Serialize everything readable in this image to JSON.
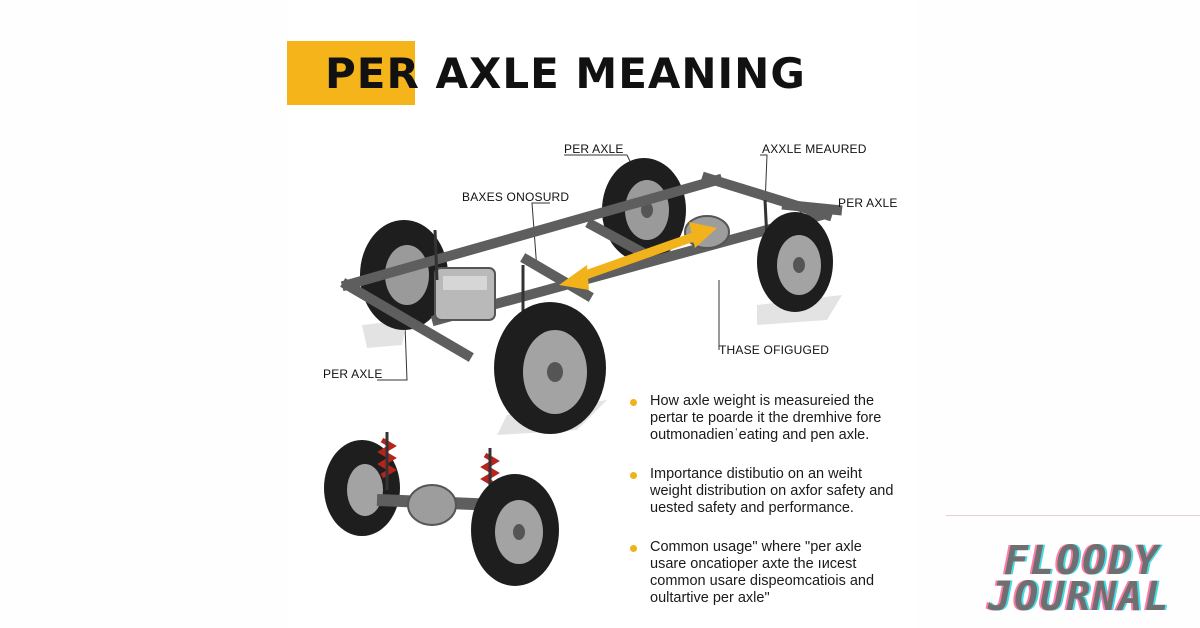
{
  "title": {
    "highlight": "PER",
    "rest": "AXLE MEANING"
  },
  "callouts": {
    "per_axle_top": "PER AXLE",
    "axle_meaured": "AXXLE MEAURED",
    "baxes_onosurd": "BAXES ONOSURD",
    "per_axle_right": "PER AXLE",
    "thase_ofiguged": "THASE OFIGUGED",
    "per_axle_left": "PER AXLE"
  },
  "bullets": [
    {
      "text": "How axle weight is measureied the pertar te poarde it the dremhive fore outmonadienˈeating and pen axle."
    },
    {
      "text": "Importance distibutio on an weiht weight distribution on axfor safety and uested safety and performance."
    },
    {
      "text": "Common usage\" where \"per axle usare oncatioper axte the ıиcest common usare dispeomcatiois and oultartive per axle\""
    }
  ],
  "logo": {
    "line1": "FLOODY",
    "line2": "JOURNAL"
  },
  "colors": {
    "accent": "#f4b41a",
    "frame": "#5e5e5e",
    "tire": "#1e1e1e",
    "spring": "#b8241c",
    "arrow": "#f2b21b"
  }
}
